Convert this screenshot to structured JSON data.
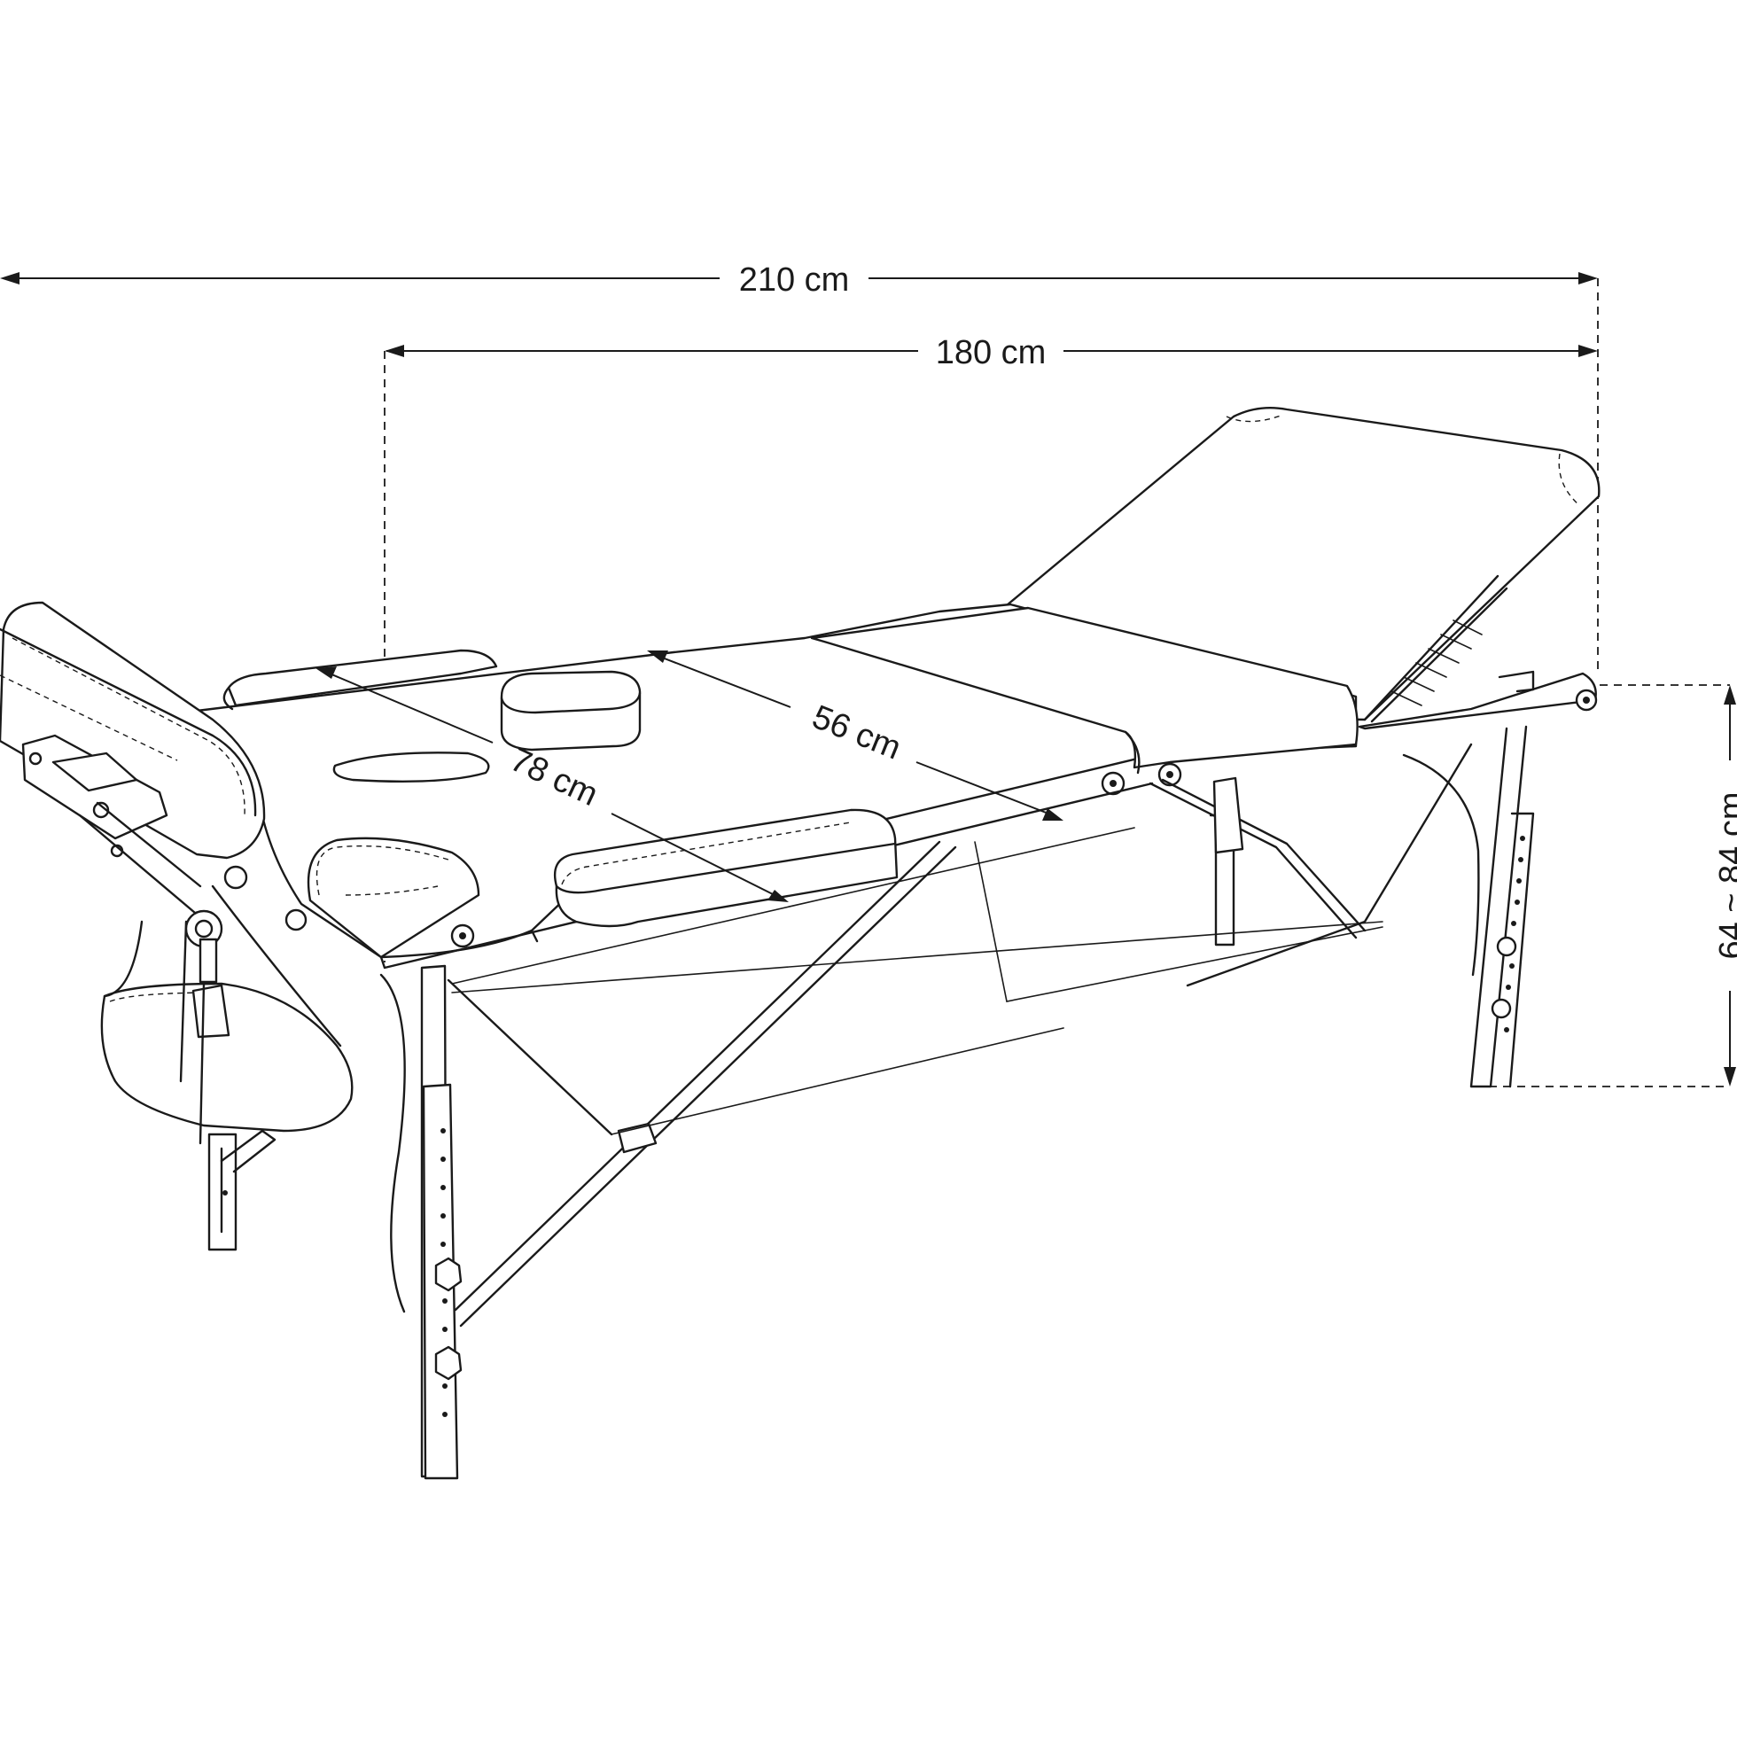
{
  "dimensions": {
    "overall_length": "210 cm",
    "table_length": "180 cm",
    "table_width": "78 cm",
    "section_width": "56 cm",
    "height_range": "64 ~ 84 cm"
  },
  "colors": {
    "line": "#1a1a1a",
    "background": "#ffffff"
  }
}
